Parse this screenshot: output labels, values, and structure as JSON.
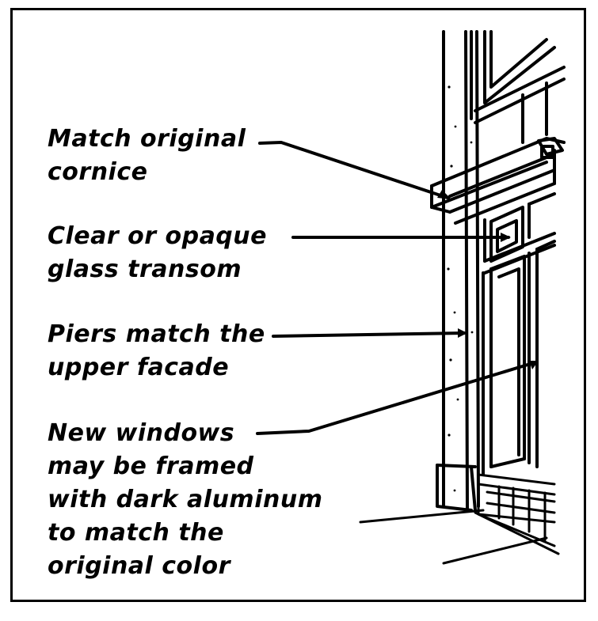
{
  "callouts": [
    {
      "id": "cornice",
      "lines": [
        "Match original",
        "cornice"
      ]
    },
    {
      "id": "transom",
      "lines": [
        "Clear or opaque",
        "glass transom"
      ]
    },
    {
      "id": "piers",
      "lines": [
        "Piers match the",
        "upper facade"
      ]
    },
    {
      "id": "windows",
      "lines": [
        "New windows",
        "may be framed",
        "with dark aluminum",
        "to match the",
        "original color"
      ]
    }
  ]
}
